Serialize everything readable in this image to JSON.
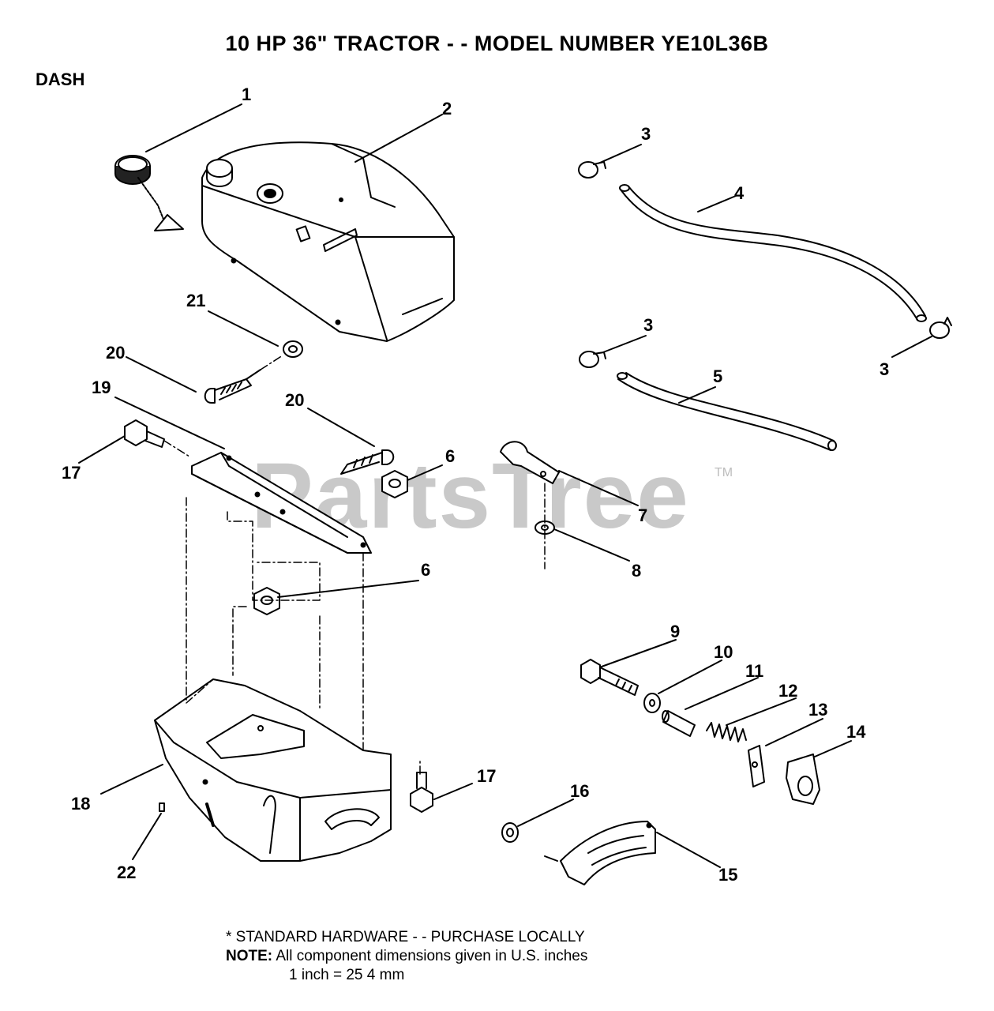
{
  "title": "10 HP 36\" TRACTOR - - MODEL NUMBER YE10L36B",
  "section": "DASH",
  "watermark": "PartsTree",
  "watermark_tm": "TM",
  "callouts": [
    "1",
    "2",
    "3",
    "4",
    "3",
    "3",
    "5",
    "21",
    "20",
    "19",
    "20",
    "17",
    "6",
    "7",
    "8",
    "6",
    "9",
    "10",
    "11",
    "12",
    "13",
    "14",
    "17",
    "16",
    "18",
    "22",
    "15"
  ],
  "notes": {
    "standard_hardware": "* STANDARD HARDWARE - - PURCHASE LOCALLY",
    "note_label": "NOTE:",
    "note_text": "All component dimensions given in U.S. inches",
    "conversion": "1 inch = 25 4 mm"
  },
  "colors": {
    "line": "#000000",
    "watermark": "#c9c9c9",
    "background": "#ffffff"
  }
}
